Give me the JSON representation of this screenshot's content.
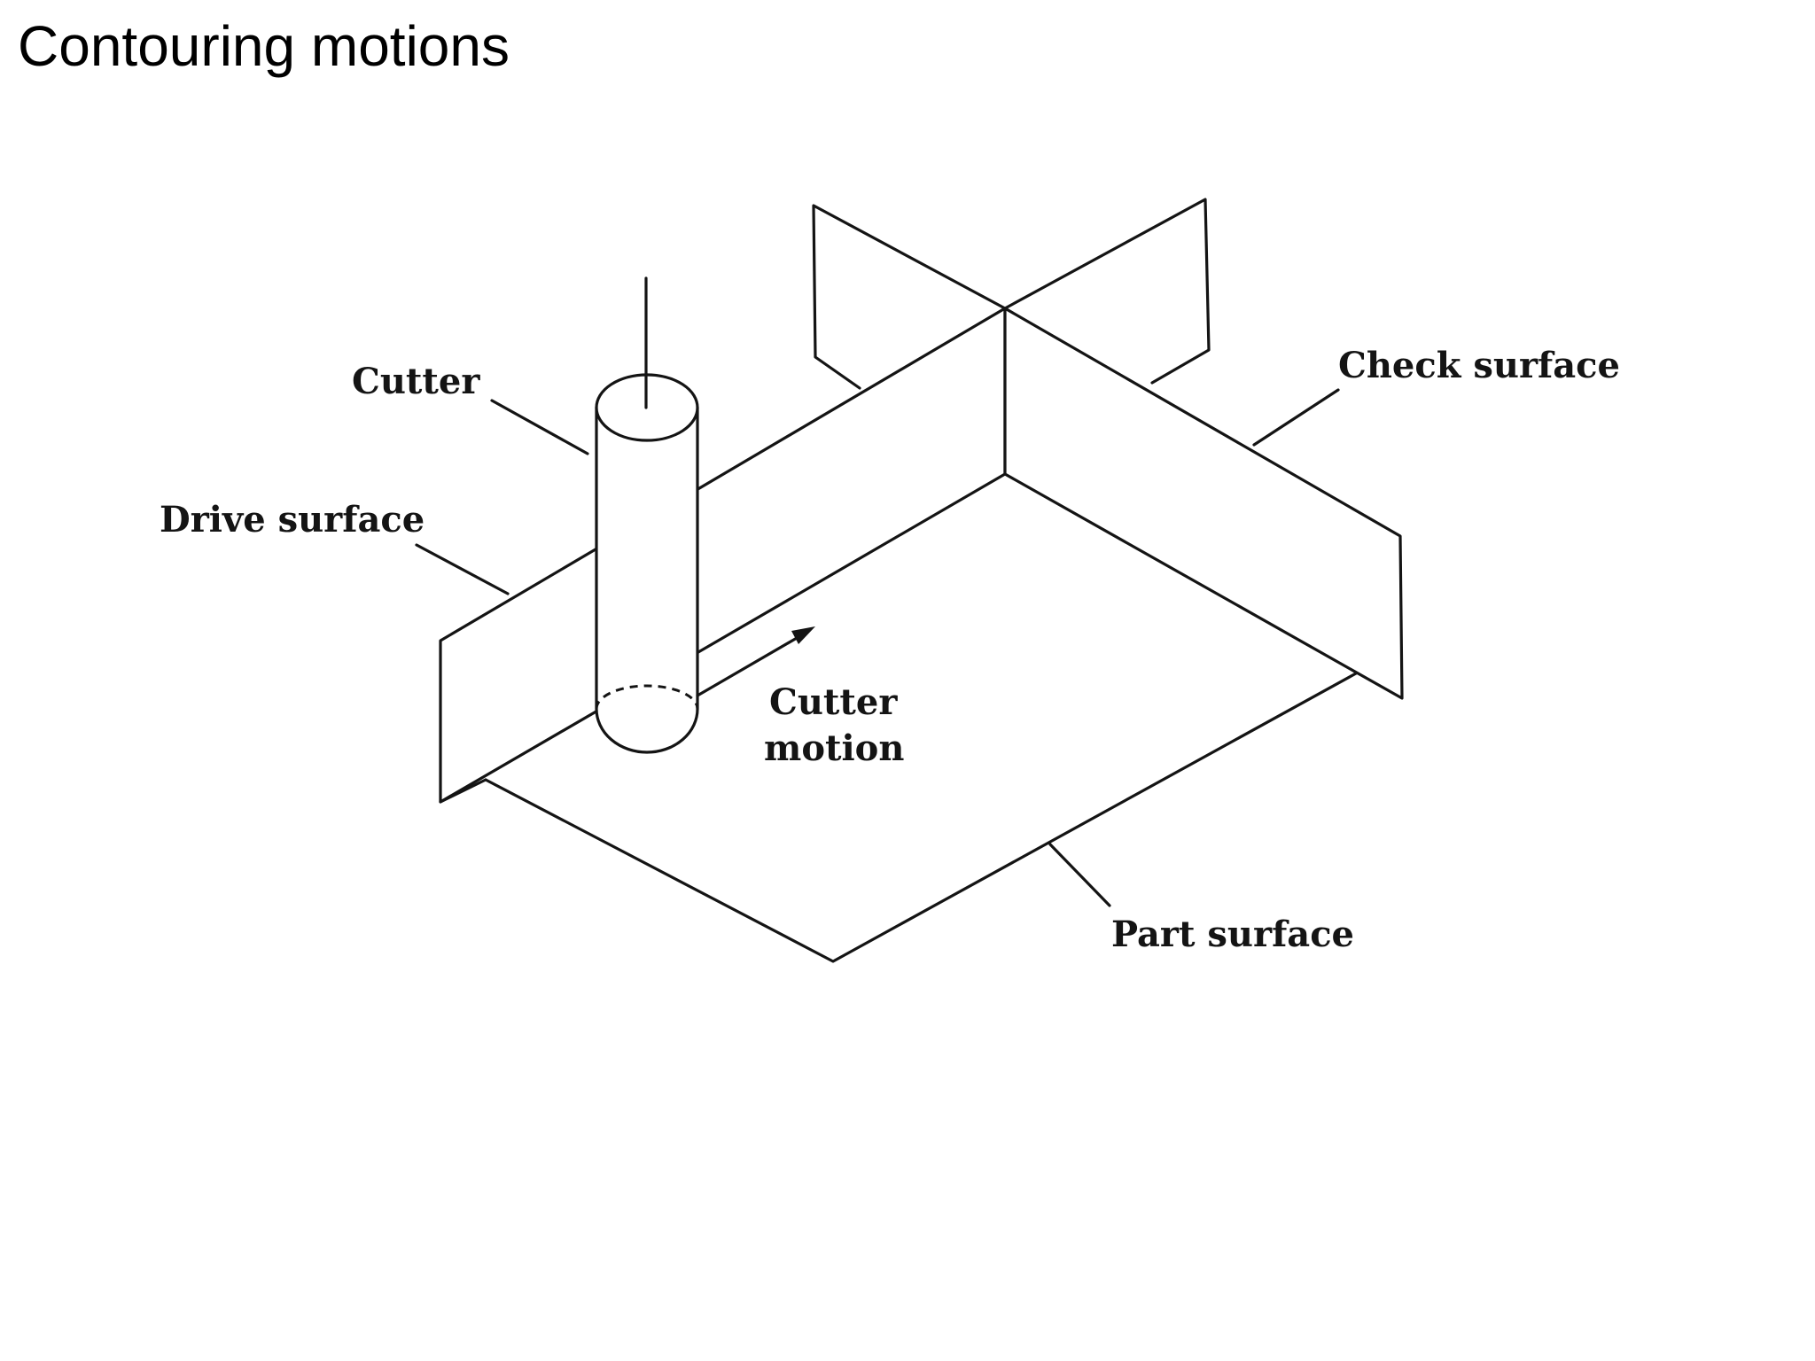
{
  "slide": {
    "title": "Contouring motions"
  },
  "diagram": {
    "labels": {
      "cutter": "Cutter",
      "drive_surface": "Drive surface",
      "check_surface": "Check surface",
      "cutter_motion_line1": "Cutter",
      "cutter_motion_line2": "motion",
      "part_surface": "Part surface"
    }
  }
}
